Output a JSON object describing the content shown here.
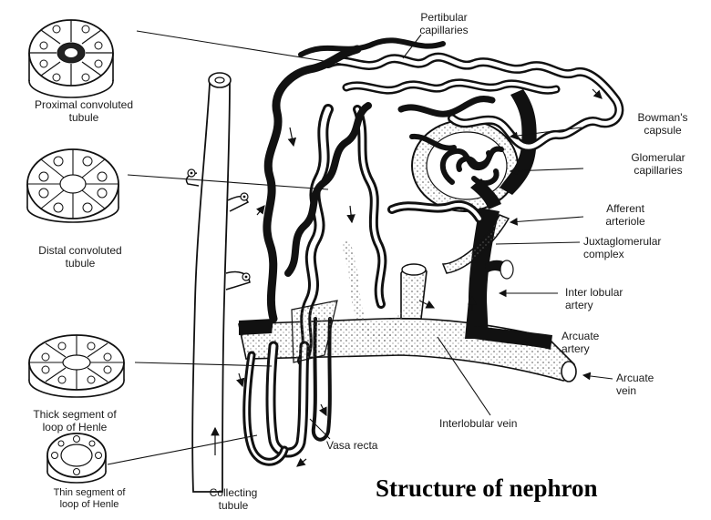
{
  "diagram": {
    "title": "Structure of nephron",
    "labels": {
      "peritubular_capillaries": [
        "Pertibular",
        "capillaries"
      ],
      "proximal_convoluted_tubule": [
        "Proximal convoluted",
        "tubule"
      ],
      "bowmans_capsule": [
        "Bowman's",
        "capsule"
      ],
      "glomerular_capillaries": [
        "Glomerular",
        "capillaries"
      ],
      "distal_convoluted_tubule": [
        "Distal convoluted",
        "tubule"
      ],
      "afferent_arteriole": [
        "Afferent",
        "arteriole"
      ],
      "juxtaglomerular_complex": [
        "Juxtaglomerular",
        "complex"
      ],
      "interlobular_artery": [
        "Inter lobular",
        "artery"
      ],
      "arcuate_artery": [
        "Arcuate",
        "artery"
      ],
      "arcuate_vein": [
        "Arcuate",
        "vein"
      ],
      "thick_segment": [
        "Thick segment of",
        "loop of Henle"
      ],
      "interlobular_vein": [
        "Interlobular vein"
      ],
      "vasa_recta": [
        "Vasa recta"
      ],
      "thin_segment": [
        "Thin segment of",
        "loop of Henle"
      ],
      "collecting_tubule": [
        "Collecting",
        "tubule"
      ]
    }
  }
}
